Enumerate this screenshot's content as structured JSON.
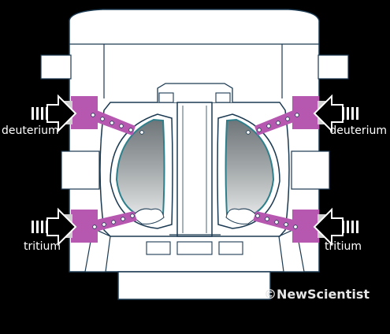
{
  "labels": {
    "top_left": "deuterium",
    "top_right": "deuterium",
    "bottom_left": "tritium",
    "bottom_right": "tritium"
  },
  "credit": "©NewScientist",
  "colors": {
    "background": "#000000",
    "structure": "#ffffff",
    "outline": "#1b3a52",
    "injector": "#b657b0",
    "plasma": "#9ea3a5",
    "plasma_edge": "#2d7f8c",
    "arrow": "#000000"
  }
}
